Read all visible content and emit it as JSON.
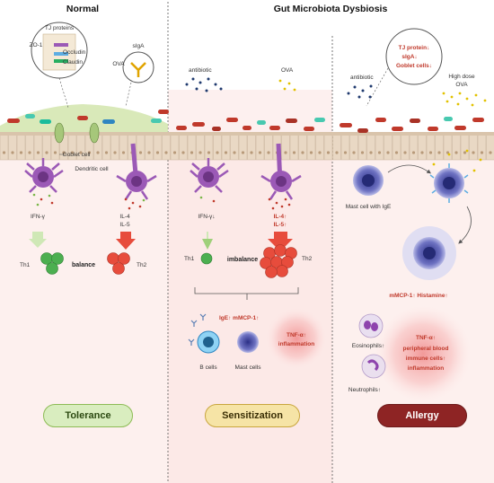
{
  "headers": {
    "normal": "Normal",
    "dysbiosis": "Gut Microbiota Dysbiosis"
  },
  "normal": {
    "tj_proteins": "TJ proteins",
    "zo1": "ZO-1",
    "occludin": "Occludin",
    "claudin": "Claudin",
    "siga": "sIgA",
    "ova": "OVA",
    "goblet_cell": "Goblet cell",
    "dendritic_cell": "Dendritic cell",
    "ifn": "IFN-γ",
    "il4": "IL-4",
    "il5": "IL-5",
    "th1": "Th1",
    "th2": "Th2",
    "balance": "balance",
    "outcome": "Tolerance"
  },
  "sensitization": {
    "antibiotic": "antibiotic",
    "ova": "OVA",
    "ifn": "IFN-γ↓",
    "il4": "IL-4↑",
    "il5": "IL-5↑",
    "th1": "Th1",
    "th2": "Th2",
    "imbalance": "imbalance",
    "ige_mmcp": "IgE↑ mMCP-1↑",
    "tnf": "TNF-α↑",
    "inflammation": "inflammation",
    "b_cells": "B cells",
    "mast_cells": "Mast cells",
    "outcome": "Sensitization"
  },
  "allergy": {
    "tj_protein": "TJ protein↓",
    "siga": "sIgA↓",
    "goblet": "Goblet cells↓",
    "antibiotic": "antibiotic",
    "high_dose": "High dose",
    "ova": "OVA",
    "mast_cell_ige": "Mast cell with IgE",
    "mmcp_hist": "mMCP-1↑ Histamine↑",
    "tnf": "TNF-α↑",
    "peripheral": "peripheral blood",
    "immune": "immune cells↑",
    "inflammation": "inflammation",
    "eosinophils": "Eosinophils↑",
    "neutrophils": "Neutrophils↑",
    "outcome": "Allergy"
  },
  "colors": {
    "tolerance_fill": "#d9edbf",
    "tolerance_border": "#8dbb55",
    "sensitization_fill": "#f6e4a6",
    "sensitization_border": "#c9a63e",
    "allergy_fill": "#8e2424",
    "highlight_red": "#c0392b"
  }
}
